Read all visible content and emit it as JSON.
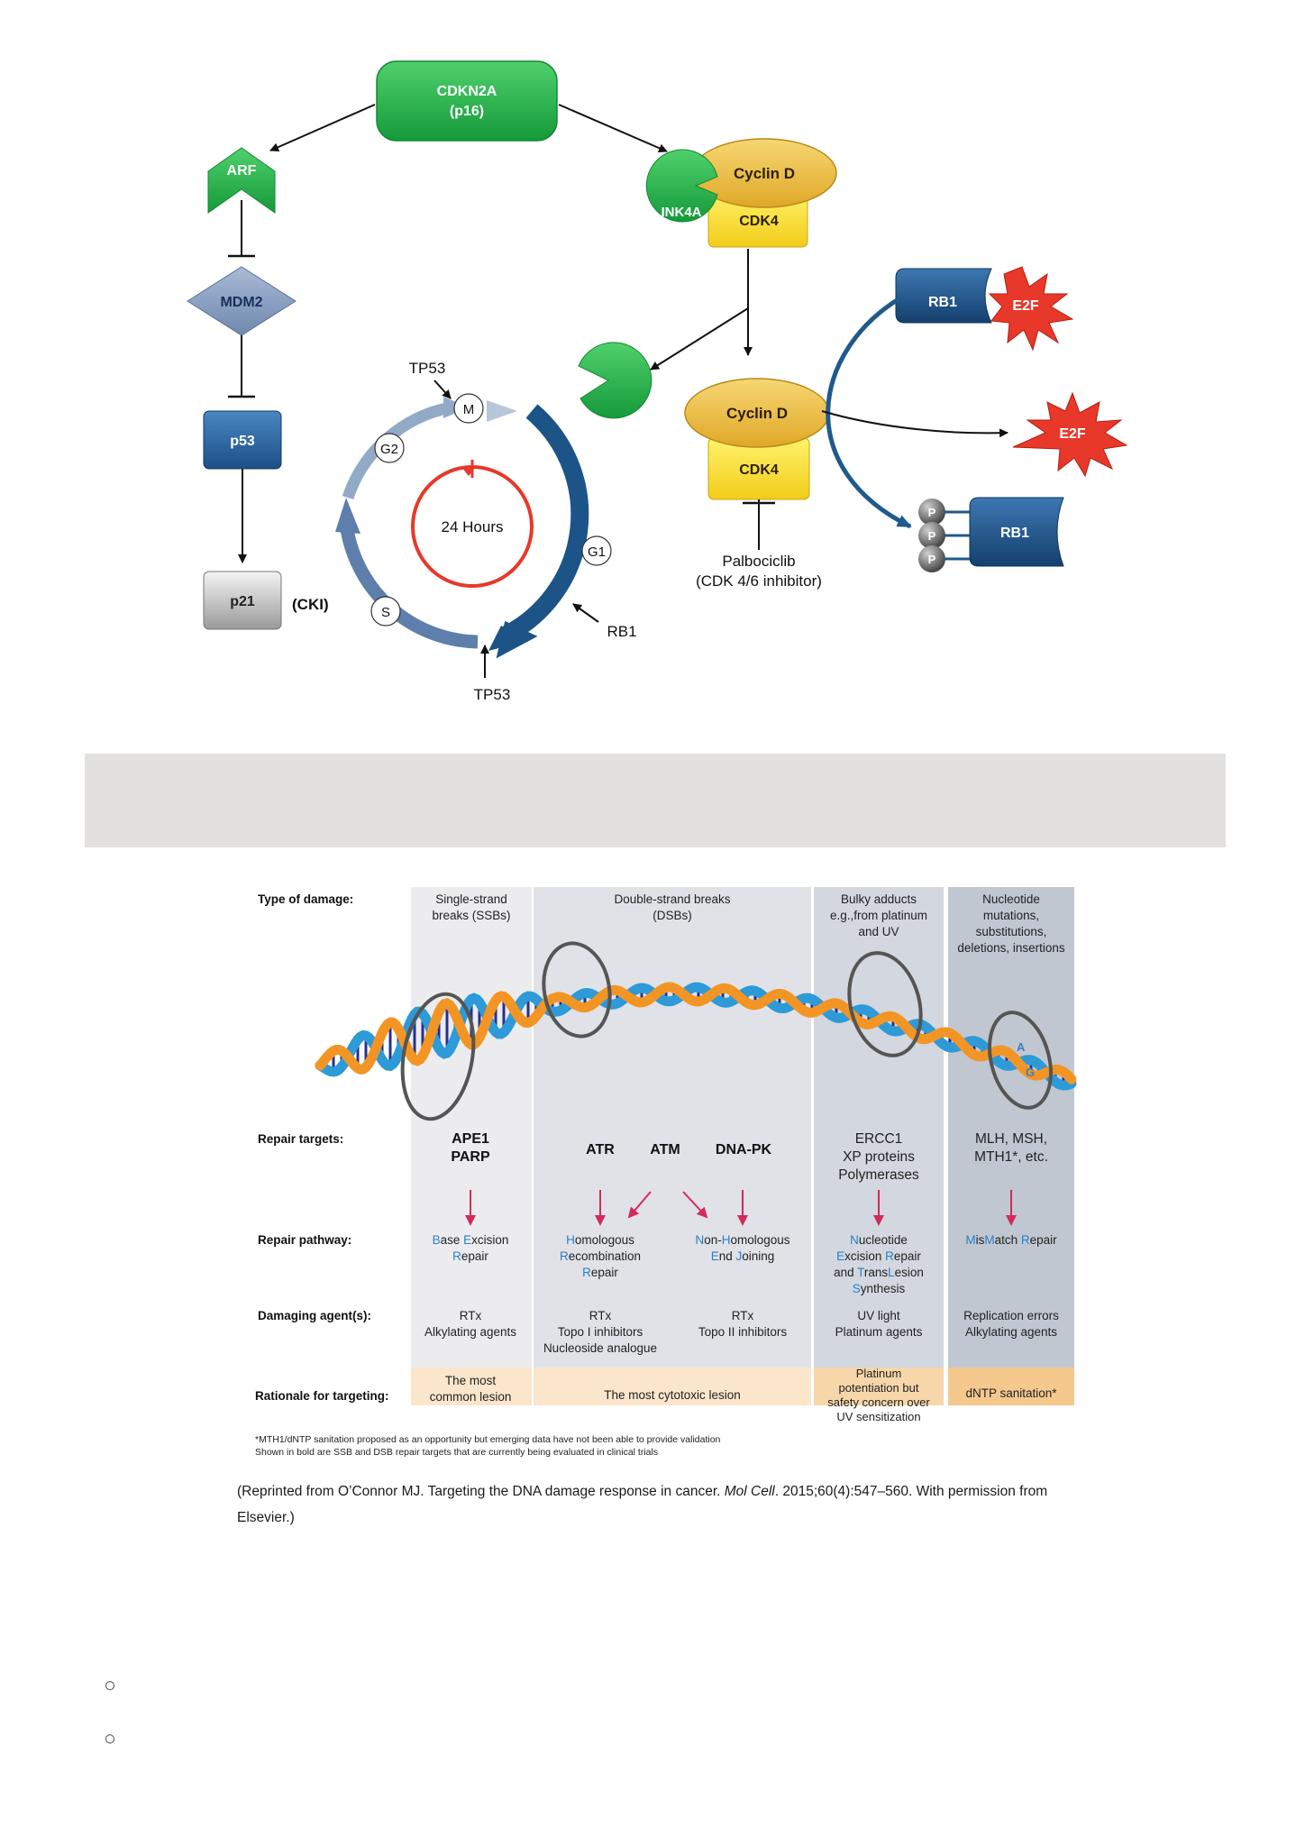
{
  "pathway": {
    "cdkn2a": [
      "CDKN2A",
      "(p16)"
    ],
    "arf": "ARF",
    "mdm2": "MDM2",
    "p53": "p53",
    "p21": "p21",
    "cki": "(CKI)",
    "ink4a": "INK4A",
    "cyclin_d": "Cyclin D",
    "cdk4": "CDK4",
    "palbociclib": [
      "Palbociclib",
      "(CDK 4/6 inhibitor)"
    ],
    "rb1": "RB1",
    "e2f": "E2F",
    "p": "P",
    "cycle": {
      "center": "24 Hours",
      "phases": {
        "m": "M",
        "g1": "G1",
        "s": "S",
        "g2": "G2"
      },
      "tp53": "TP53",
      "rb1": "RB1"
    }
  },
  "dna_figure": {
    "row_labels": {
      "type": "Type of damage:",
      "targets": "Repair targets:",
      "pathway": "Repair pathway:",
      "agents": "Damaging agent(s):",
      "rationale": "Rationale for targeting:"
    },
    "columns": {
      "ssb": {
        "damage": [
          "Single-strand",
          "breaks (SSBs)"
        ],
        "targets": [
          "APE1",
          "PARP"
        ],
        "pathway": [
          [
            "B",
            "ase ",
            "E",
            "xcision"
          ],
          [
            "R",
            "epair"
          ]
        ],
        "agents": [
          "RTx",
          "Alkylating agents"
        ],
        "rationale": [
          "The most",
          "common lesion"
        ]
      },
      "dsb": {
        "damage": [
          "Double-strand breaks",
          "(DSBs)"
        ],
        "targets": [
          "ATR",
          "ATM",
          "DNA-PK"
        ],
        "pathway_hr": [
          [
            "H",
            "omologous"
          ],
          [
            "R",
            "ecombination"
          ],
          [
            "R",
            "epair"
          ]
        ],
        "pathway_nhej": [
          [
            "N",
            "on-",
            "H",
            "omologous"
          ],
          [
            "E",
            "nd ",
            "J",
            "oining"
          ]
        ],
        "agents_hr": [
          "RTx",
          "Topo I inhibitors",
          "Nucleoside analogue"
        ],
        "agents_nhej": [
          "RTx",
          "Topo II inhibitors"
        ],
        "rationale": "The most cytotoxic lesion"
      },
      "bulky": {
        "damage": [
          "Bulky adducts",
          "e.g.,from platinum",
          "and UV"
        ],
        "targets": [
          "ERCC1",
          "XP proteins",
          "Polymerases"
        ],
        "pathway": [
          [
            "N",
            "ucleotide"
          ],
          [
            "E",
            "xcision ",
            "R",
            "epair"
          ],
          [
            "and ",
            "T",
            "rans",
            "L",
            "esion"
          ],
          [
            "S",
            "ynthesis"
          ]
        ],
        "agents": [
          "UV light",
          "Platinum agents"
        ],
        "rationale": [
          "Platinum",
          "potentiation but",
          "safety concern over",
          "UV sensitization"
        ]
      },
      "mismatch": {
        "damage": [
          "Nucleotide",
          "mutations,",
          "substitutions,",
          "deletions, insertions"
        ],
        "targets": [
          "MLH, MSH,",
          "MTH1*, etc."
        ],
        "pathway": [
          [
            "M",
            "is",
            "M",
            "atch ",
            "R",
            "epair"
          ]
        ],
        "agents": [
          "Replication errors",
          "Alkylating agents"
        ],
        "rationale": "dNTP sanitation*"
      }
    },
    "dna_letters": [
      "A",
      "G"
    ],
    "footnotes": [
      "*MTH1/dNTP sanitation proposed as an opportunity but emerging data have not been able to provide validation",
      "Shown in bold are SSB and DSB repair targets that are currently being evaluated in clinical trials"
    ]
  },
  "caption": {
    "before": "(Reprinted from O’Connor MJ. Targeting the DNA damage response in cancer. ",
    "journal": "Mol Cell",
    "after": ". 2015;60(4):547–560. With permission from Elsevier.)"
  },
  "colors": {
    "green": "#22b04b",
    "gold": "#f2cf4a",
    "navy": "#1f5a8c",
    "red": "#e8382a",
    "blue_letter": "#2a7fc6",
    "pink_arrow": "#d42a5a"
  }
}
